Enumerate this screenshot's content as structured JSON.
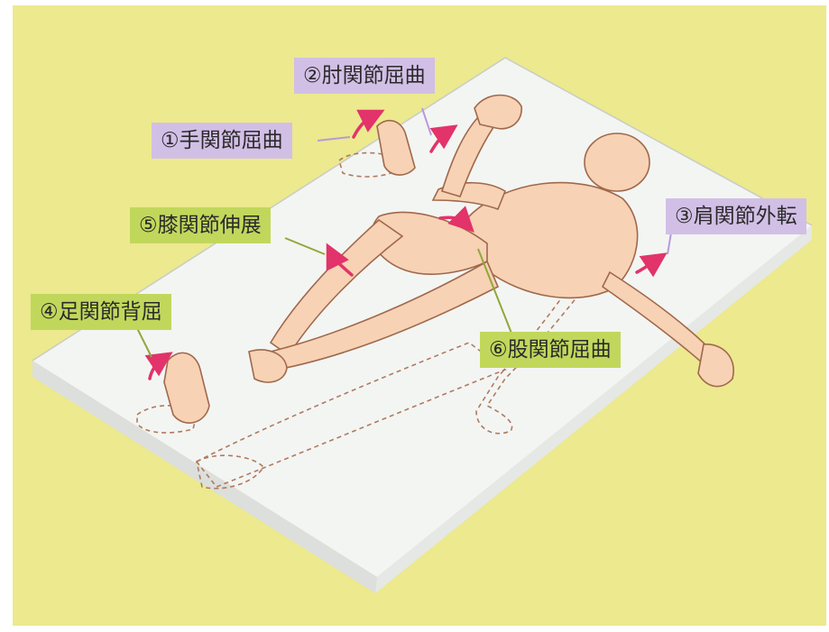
{
  "labels": {
    "wrist_flexion": "①手関節屈曲",
    "elbow_flexion": "②肘関節屈曲",
    "shoulder_abduction": "③肩関節外転",
    "ankle_dorsiflexion": "④足関節背屈",
    "knee_extension": "⑤膝関節伸展",
    "hip_flexion": "⑥股関節屈曲"
  },
  "colors": {
    "background": "#ece98e",
    "mat": "#eef1ef",
    "skin": "#f7d2b4",
    "arrow": "#e2336a",
    "label_purple": "#d2bfe6",
    "label_green": "#c1d75c"
  }
}
